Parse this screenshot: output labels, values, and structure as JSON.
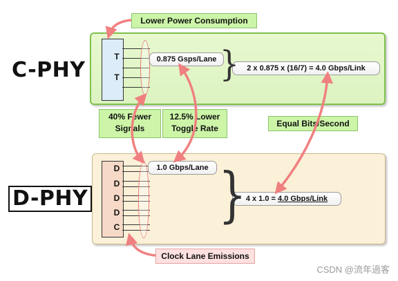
{
  "cphy": {
    "label": "C-PHY",
    "pins": [
      "T",
      "T"
    ],
    "lane_rate": "0.875 Gsps/Lane",
    "link_rate": "2 x 0.875 x (16/7) = 4.0 Gbps/Link"
  },
  "dphy": {
    "label": "D-PHY",
    "pins": [
      "D",
      "D",
      "D",
      "D",
      "C"
    ],
    "lane_rate": "1.0 Gbps/Lane",
    "link_rate_prefix": "4 x 1.0 = ",
    "link_rate_value": "4.0 Gbps/Link"
  },
  "callouts": {
    "power": "Lower Power Consumption",
    "signals_1": "40% Fewer",
    "signals_2": "Signals",
    "toggle_1": "12.5% Lower",
    "toggle_2": "Toggle Rate",
    "bits": "Equal Bits/Second",
    "clock": "Clock Lane Emissions"
  },
  "watermark": "CSDN @流年過客",
  "colors": {
    "cphy_panel": "#e8f8d0",
    "dphy_panel": "#fbf0d8",
    "arrow": "#f08080",
    "green_callout": "#ccf5a8",
    "pink_callout": "#fde0e0"
  }
}
